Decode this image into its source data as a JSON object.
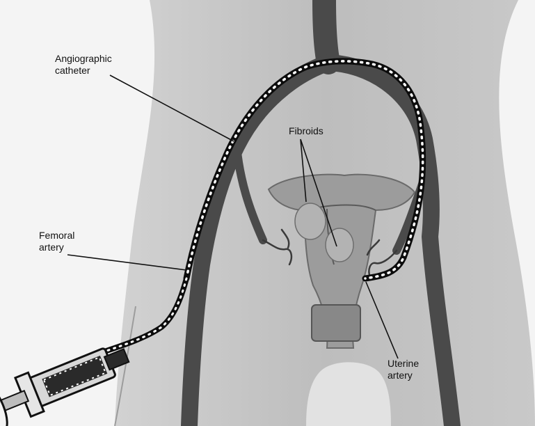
{
  "labels": {
    "catheter_line1": "Angiographic",
    "catheter_line2": "catheter",
    "fibroids": "Fibroids",
    "femoral_line1": "Femoral",
    "femoral_line2": "artery",
    "uterine_line1": "Uterine",
    "uterine_line2": "artery"
  },
  "colors": {
    "background": "#f4f4f4",
    "body_shade": "#b5b5b5",
    "artery": "#4a4a4a",
    "catheter": "#0c0c0c",
    "catheter_marks": "#ffffff",
    "uterus": "#9a9a9a",
    "label_text": "#111111"
  }
}
